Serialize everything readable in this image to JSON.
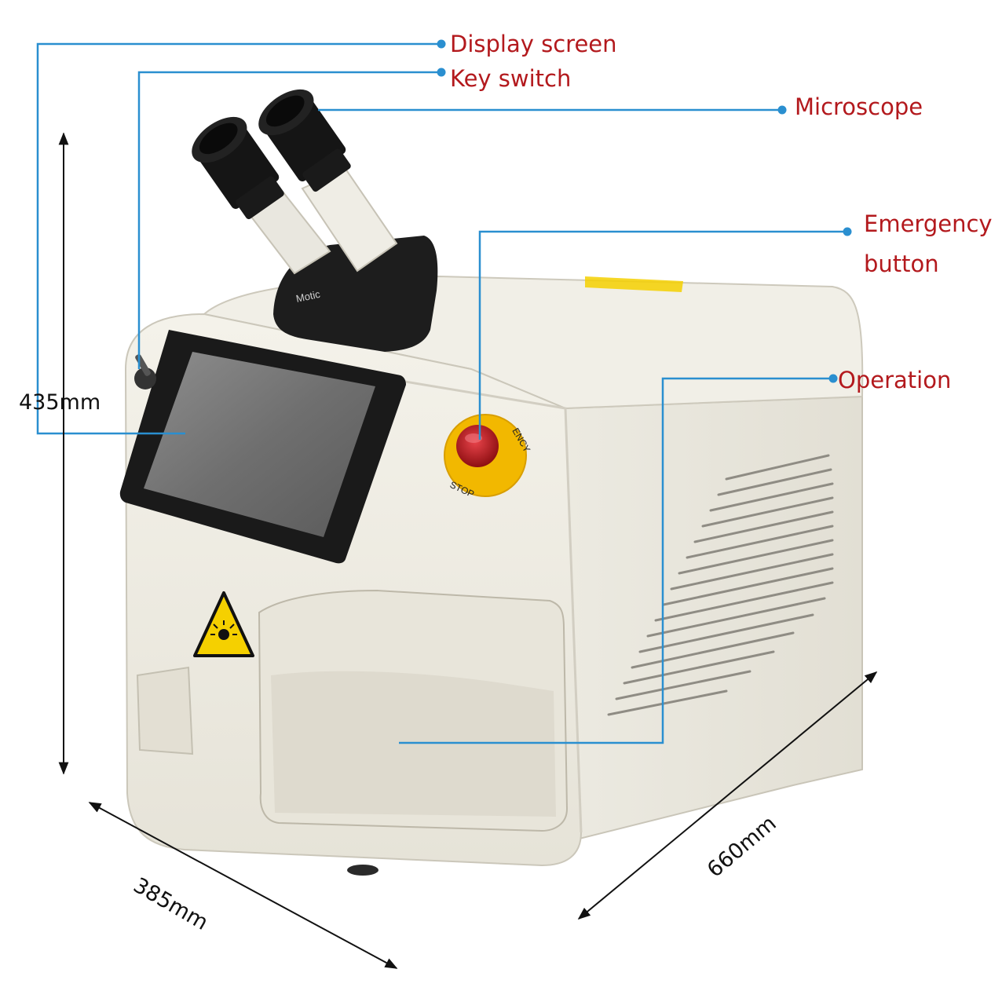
{
  "callouts": {
    "display_screen": "Display screen",
    "key_switch": "Key switch",
    "microscope": "Microscope",
    "emergency_button_line1": "Emergency",
    "emergency_button_line2": "button",
    "operation": "Operation"
  },
  "dimensions": {
    "height": "435mm",
    "width": "385mm",
    "depth": "660mm"
  },
  "product_markings": {
    "estop_ring_top": "ENCY",
    "estop_ring_bottom": "STOP",
    "microscope_brand": "Motic"
  },
  "colors": {
    "callout_line": "#2a8fd0",
    "callout_text": "#b3191d",
    "machine_body": "#efede4",
    "screen_bezel": "#1a1a1a",
    "estop_ring": "#f2b800",
    "estop_button": "#c0181c",
    "warning_label": "#f5d000"
  }
}
